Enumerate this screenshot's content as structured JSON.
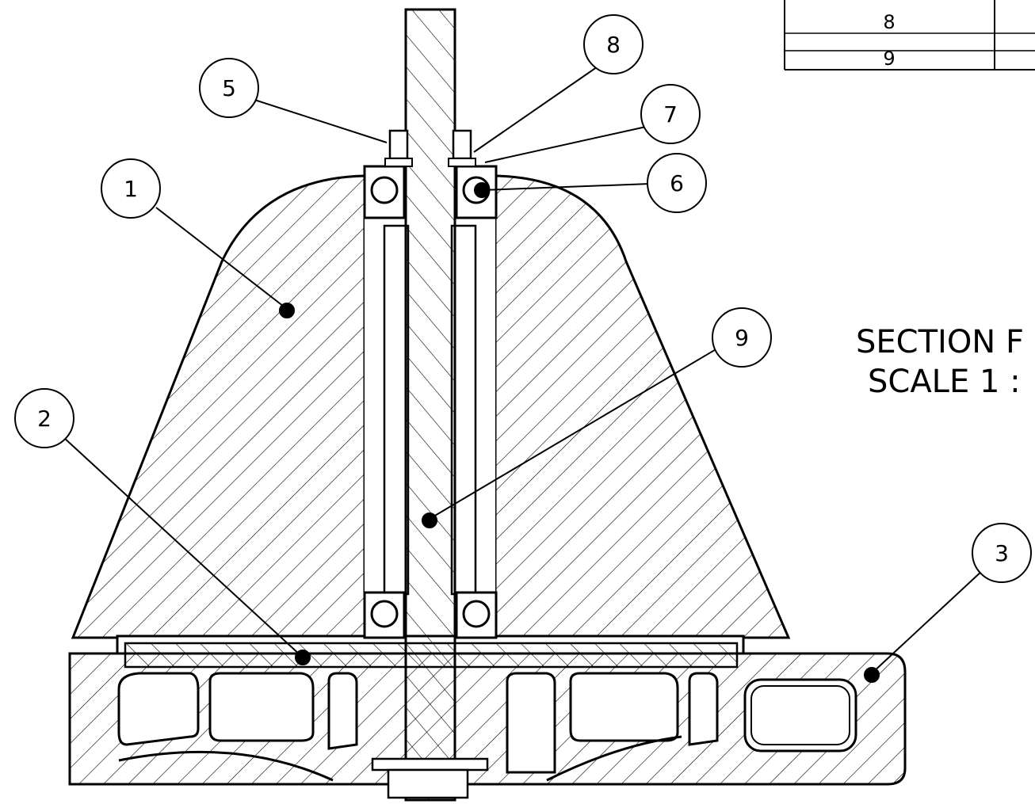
{
  "parts_table": {
    "rows": [
      {
        "item": "8",
        "qty": ""
      },
      {
        "item": "9",
        "qty": ""
      }
    ]
  },
  "section_view": {
    "title": "SECTION F",
    "scale": "SCALE 1 :"
  },
  "balloons": [
    {
      "id": "1"
    },
    {
      "id": "2"
    },
    {
      "id": "3"
    },
    {
      "id": "5"
    },
    {
      "id": "6"
    },
    {
      "id": "7"
    },
    {
      "id": "8"
    },
    {
      "id": "9"
    }
  ]
}
